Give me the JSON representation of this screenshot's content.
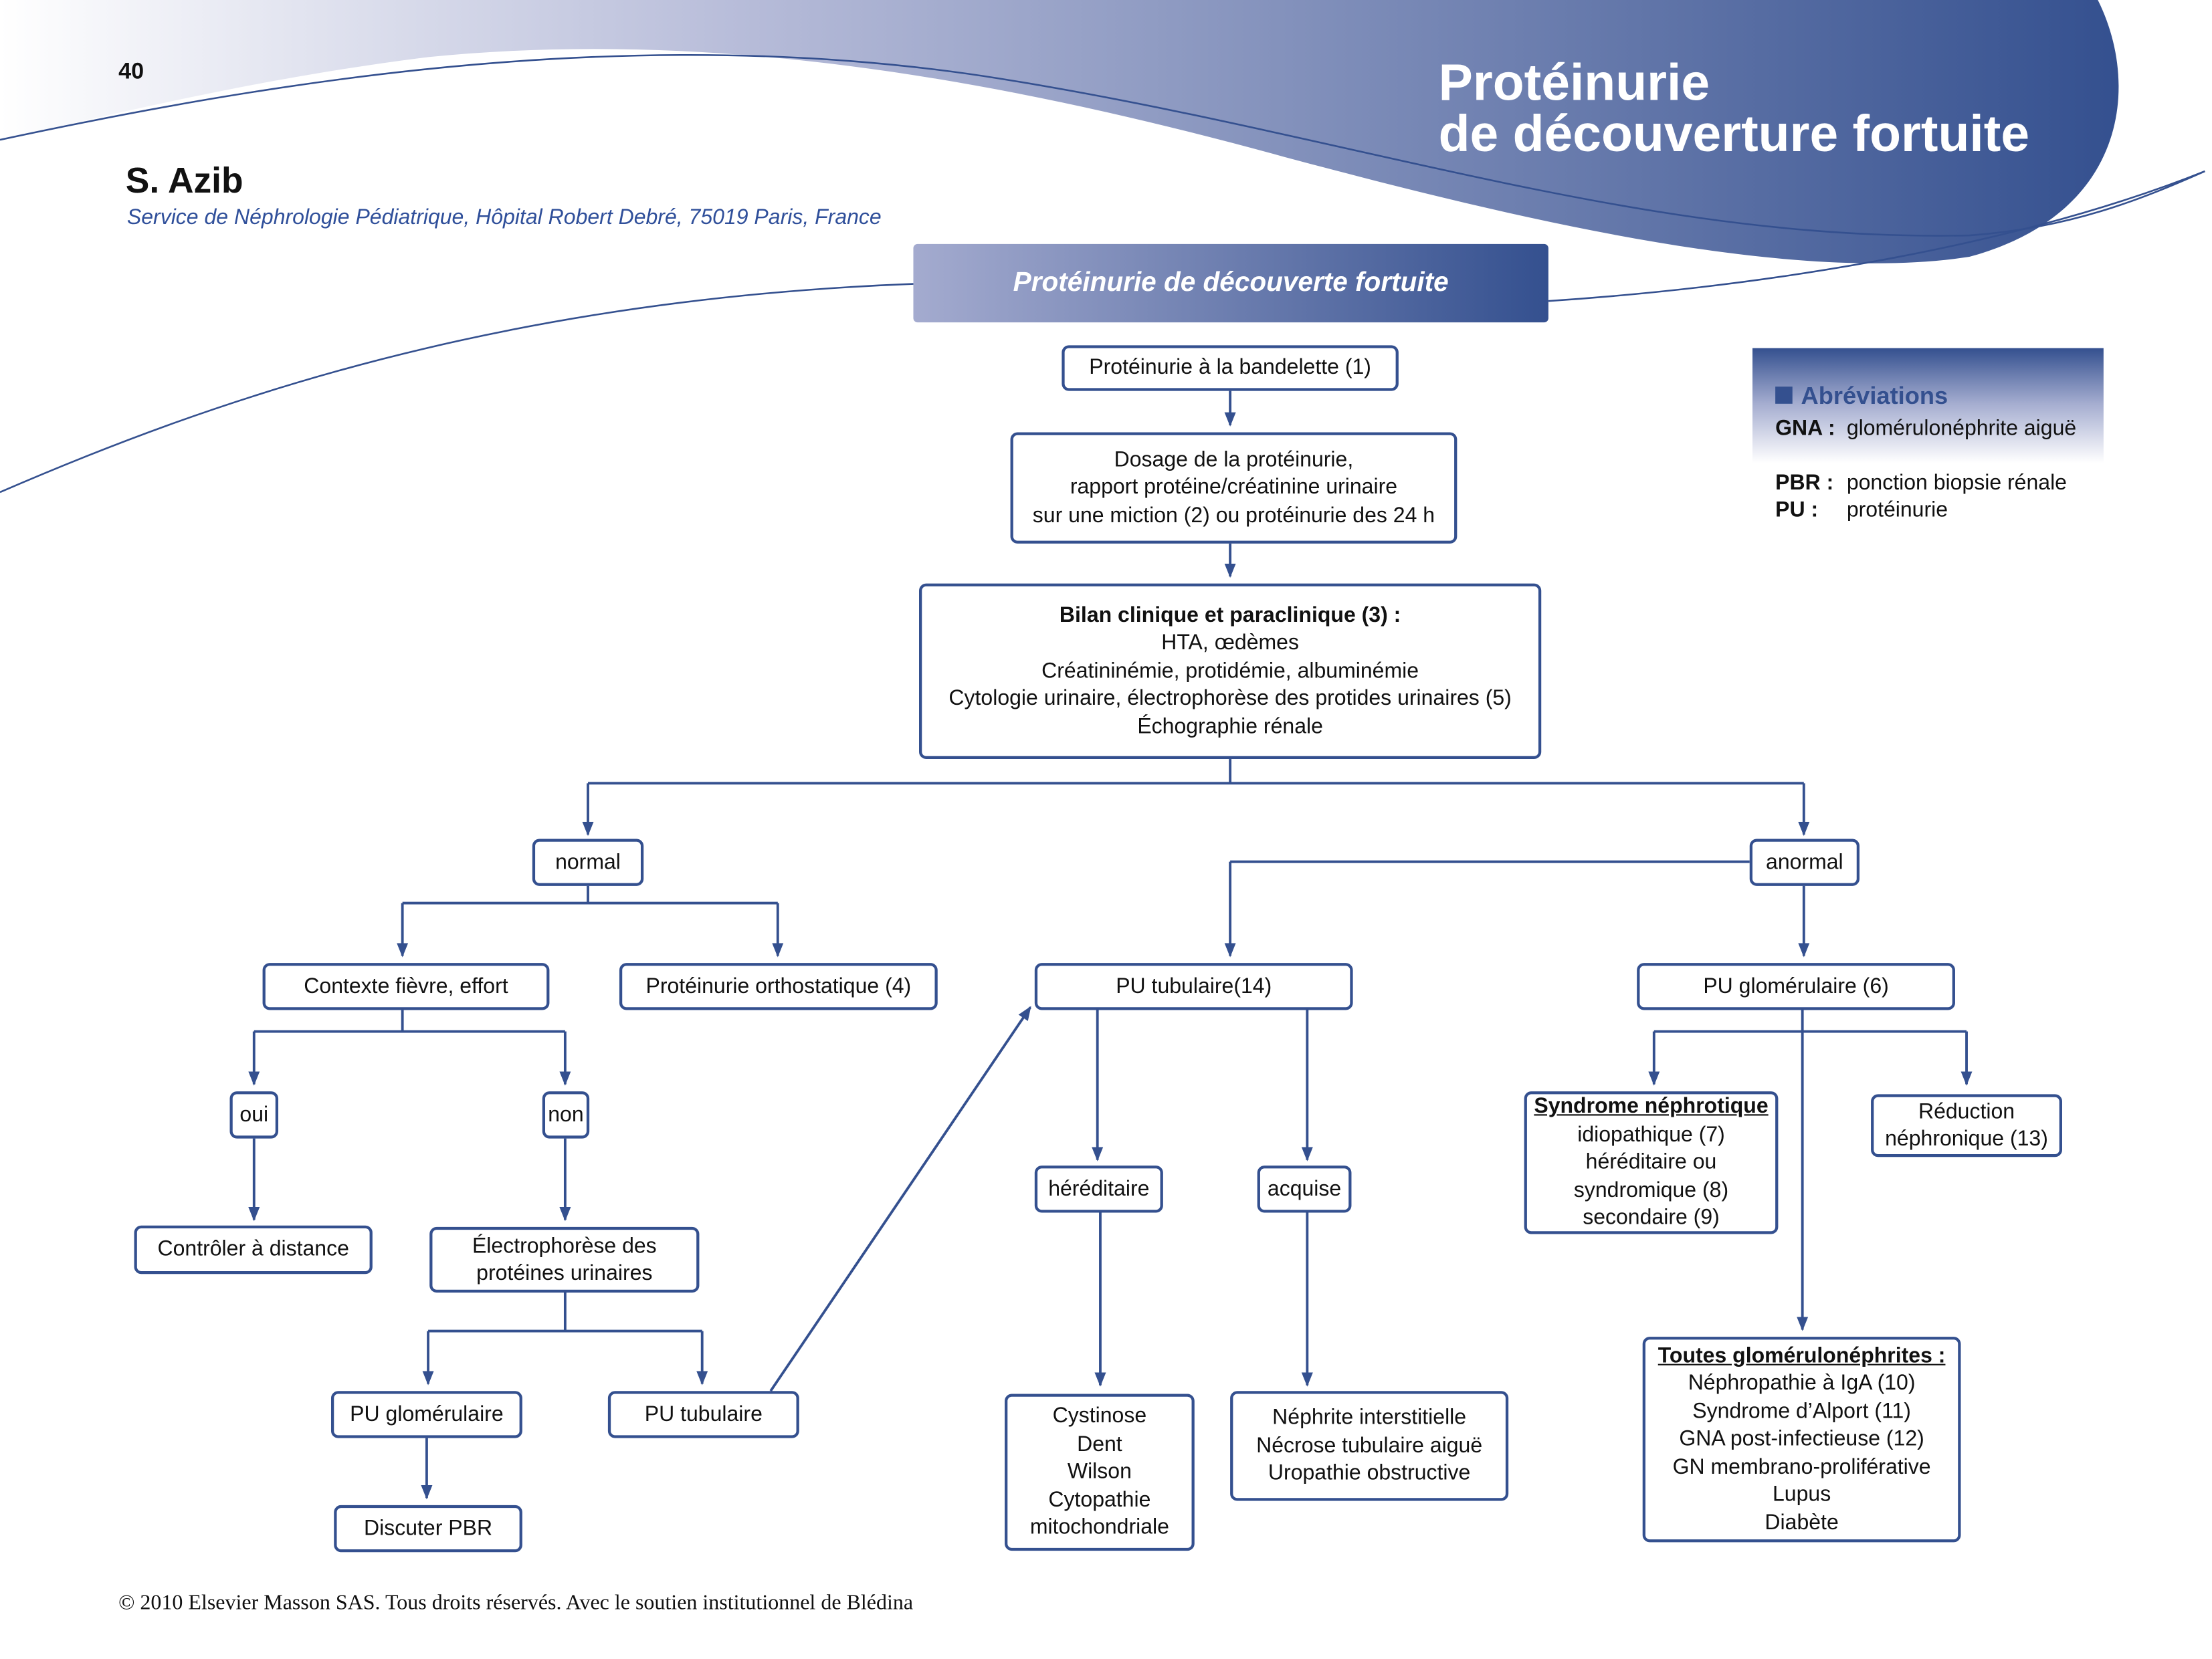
{
  "page_number": "40",
  "header": {
    "title_lines": [
      "Protéinurie",
      "de découverture fortuite"
    ],
    "author": "S. Azib",
    "affiliation": "Service de Néphrologie Pédiatrique, Hôpital Robert Debré, 75019 Paris, France",
    "banner": "Protéinurie de découverte fortuite"
  },
  "colors": {
    "accent": "#34508f",
    "light": "#a4abcf"
  },
  "abbreviations": {
    "title": "Abréviations",
    "items": [
      {
        "abbr": "GNA :",
        "def": "glomérulonéphrite aiguë"
      },
      {
        "abbr": "PBR :",
        "def": "ponction biopsie rénale"
      },
      {
        "abbr": "PU :",
        "def": "protéinurie"
      }
    ]
  },
  "nodes": {
    "bandelette": [
      "Protéinurie à la bandelette (1)"
    ],
    "dosage": [
      "Dosage de la protéinurie,",
      "rapport protéine/créatinine urinaire",
      "sur une miction (2) ou protéinurie des 24 h"
    ],
    "bilan": {
      "title": "Bilan clinique et paraclinique (3) :",
      "lines": [
        "HTA, œdèmes",
        "Créatininémie, protidémie, albuminémie",
        "Cytologie urinaire, électrophorèse des protides urinaires (5)",
        "Échographie rénale"
      ]
    },
    "normal": "normal",
    "anormal": "anormal",
    "contexte": "Contexte fièvre, effort",
    "orthostatique": "Protéinurie orthostatique (4)",
    "pu_tubulaire_14": "PU tubulaire(14)",
    "pu_glomerulaire_6": "PU glomérulaire (6)",
    "oui": "oui",
    "non": "non",
    "controler": "Contrôler à distance",
    "electrophorese": [
      "Électrophorèse des",
      "protéines urinaires"
    ],
    "hereditaire": "héréditaire",
    "acquise": "acquise",
    "syndrome": {
      "title": "Syndrome néphrotique",
      "lines": [
        "idiopathique (7)",
        "héréditaire ou",
        "syndromique (8)",
        "secondaire (9)"
      ]
    },
    "reduction": [
      "Réduction",
      "néphronique (13)"
    ],
    "pu_glomerulaire": "PU glomérulaire",
    "pu_tubulaire": "PU tubulaire",
    "discuter": "Discuter PBR",
    "tubulaire_hered": [
      "Cystinose",
      "Dent",
      "Wilson",
      "Cytopathie",
      "mitochondriale"
    ],
    "tubulaire_acq": [
      "Néphrite interstitielle",
      "Nécrose tubulaire aiguë",
      "Uropathie obstructive"
    ],
    "toutes": {
      "title": "Toutes glomérulonéphrites :",
      "lines": [
        "Néphropathie à IgA (10)",
        "Syndrome d’Alport (11)",
        "GNA post-infectieuse (12)",
        "GN membrano-proliférative",
        "Lupus",
        "Diabète"
      ]
    }
  },
  "footer": "© 2010 Elsevier Masson SAS. Tous droits réservés. Avec le soutien institutionnel de Blédina"
}
